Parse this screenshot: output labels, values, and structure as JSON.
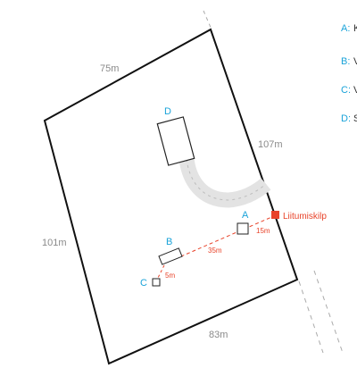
{
  "plot": {
    "sides": {
      "top": "75m",
      "right": "107m",
      "bottom": "83m",
      "left": "101m"
    }
  },
  "buildings": [
    {
      "letter": "A"
    },
    {
      "letter": "B"
    },
    {
      "letter": "C"
    },
    {
      "letter": "D"
    }
  ],
  "connection": {
    "label": "Liitumiskilp",
    "distances": [
      "15m",
      "35m",
      "5m"
    ]
  },
  "legend": [
    {
      "letter": "A:",
      "text": "K"
    },
    {
      "letter": "B:",
      "text": "V"
    },
    {
      "letter": "C:",
      "text": "V"
    },
    {
      "letter": "D:",
      "text": "S"
    }
  ],
  "colors": {
    "building_label": "#1aa3d9",
    "connection": "#e8432a",
    "driveway": "#e3e3e3",
    "boundary": "#111111",
    "dimension_text": "#8a8a8a"
  }
}
